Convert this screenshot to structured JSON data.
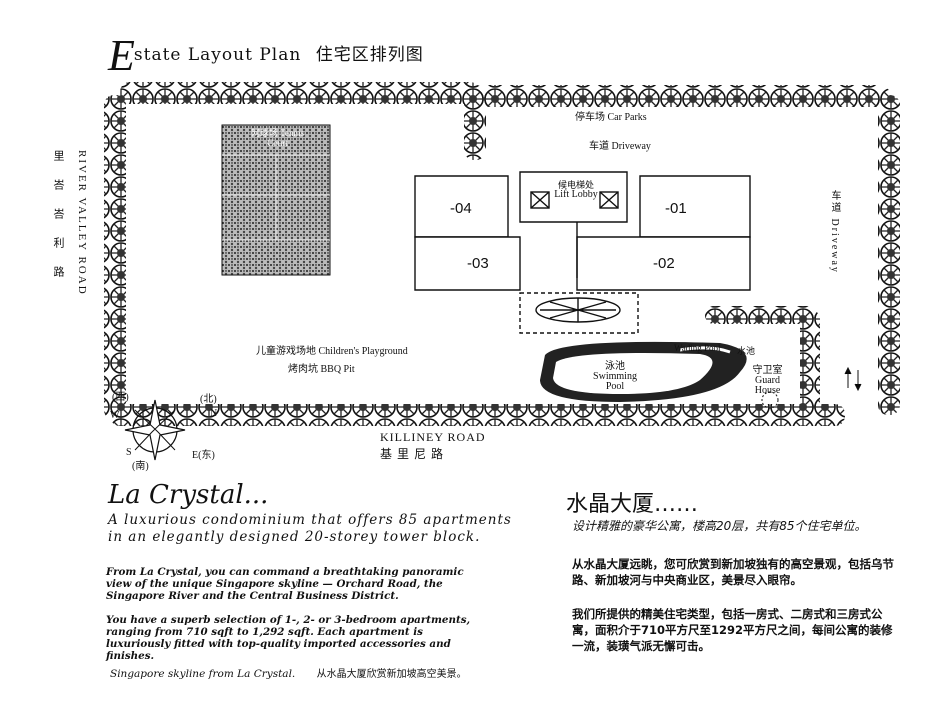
{
  "title": {
    "initial": "E",
    "text": "state Layout Plan",
    "chinese": "住宅区排列图"
  },
  "plan": {
    "tennis_court": "网球场 Tennis Court",
    "car_parks": "停车场  Car Parks",
    "driveway_top": "车道  Driveway",
    "driveway_right": "车道 Driveway",
    "lift_lobby_zh": "候电梯处",
    "lift_lobby_en": "Lift Lobby",
    "units": [
      "-04",
      "-01",
      "-03",
      "-02"
    ],
    "playground": "儿童游戏场地 Children's Playground",
    "bbq": "烤肉坑  BBQ Pit",
    "wading_pool": "Wading Pool",
    "wading_pool_zh": "水池",
    "swimming_pool_zh": "泳池",
    "swimming_pool_en": "Swimming Pool",
    "guard_house_zh": "守卫室",
    "guard_house_en": "Guard House",
    "river_valley_road": "RIVER  VALLEY  ROAD",
    "river_valley_road_zh": "里峇峇利路",
    "killiney_road": "KILLINEY          ROAD",
    "killiney_road_zh": "基    里    尼    路",
    "compass": {
      "n": "N",
      "n_zh": "(北)",
      "s": "S",
      "s_zh": "(南)",
      "e": "E(东)",
      "w": "W",
      "w_zh": "(西)"
    }
  },
  "english": {
    "heading": "La Crystal...",
    "tagline": "A luxurious condominium that offers 85 apartments in an elegantly designed 20-storey tower block.",
    "para1": "From La Crystal, you can command a breathtaking panoramic view of the unique Singapore skyline — Orchard Road, the Singapore River and the Central Business District.",
    "para2": "You have a superb selection of 1-, 2- or 3-bedroom apartments, ranging from 710 sqft to 1,292 sqft. Each apartment is luxuriously fitted with top-quality imported accessories and finishes.",
    "caption": "Singapore skyline from La Crystal.",
    "caption_zh": "从水晶大厦欣赏新加坡高空美景。"
  },
  "chinese": {
    "heading": "水晶大厦……",
    "tagline": "设计精雅的豪华公寓，楼高20层，共有85个住宅单位。",
    "para1": "从水晶大厦远眺，您可欣赏到新加坡独有的高空景观，包括乌节路、新加坡河与中央商业区，美景尽入眼帘。",
    "para2": "我们所提供的精美住宅类型，包括一房式、二房式和三房式公寓，面积介于710平方尺至1292平方尺之间，每间公寓的装修一流，装璜气派无懈可击。"
  }
}
